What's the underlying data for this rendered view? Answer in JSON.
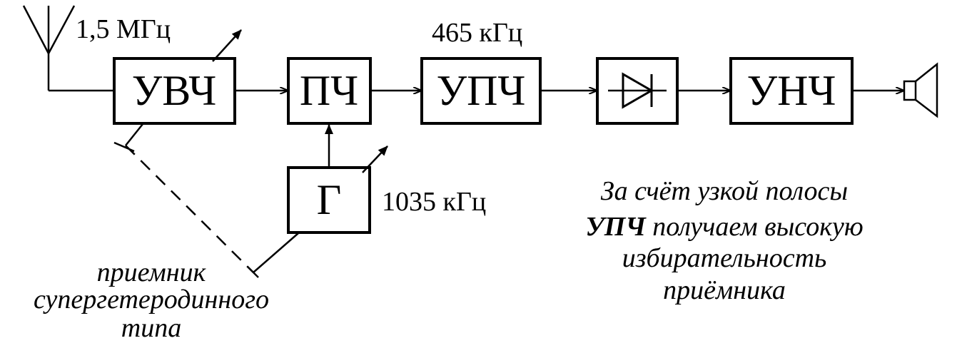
{
  "blocks": {
    "uvch": "УВЧ",
    "pch": "ПЧ",
    "upch": "УПЧ",
    "unch": "УНЧ",
    "gen": "Г"
  },
  "frequencies": {
    "input": "1,5 МГц",
    "intermediate": "465 кГц",
    "oscillator": "1035 кГц"
  },
  "caption": {
    "line1": "приемник",
    "line2": "супергетеродинного",
    "line3": "типа"
  },
  "note": {
    "line1": "За счёт узкой полосы",
    "line2_bold": "УПЧ",
    "line2_rest": " получаем высокую",
    "line3": "избирательность",
    "line4": "приёмника"
  }
}
